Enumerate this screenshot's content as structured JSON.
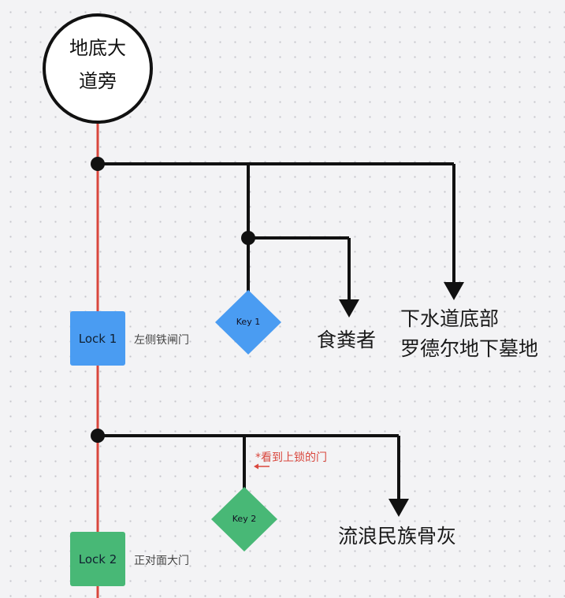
{
  "start_node": {
    "label": "地底大\n道旁"
  },
  "locks": [
    {
      "label": "Lock 1",
      "description": "左侧铁闸门",
      "color": "#4a9cf2"
    },
    {
      "label": "Lock 2",
      "description": "正对面大门",
      "color": "#48b876"
    }
  ],
  "keys": [
    {
      "label": "Key 1",
      "color": "#4a9cf2"
    },
    {
      "label": "Key 2",
      "color": "#48b876"
    }
  ],
  "destinations": {
    "eater": "食粪者",
    "sewer_line1": "下水道底部",
    "sewer_line2": "罗德尔地下墓地",
    "ashes": "流浪民族骨灰"
  },
  "note": "*看到上锁的门",
  "colors": {
    "main_path": "#d9473d",
    "branch": "#111111"
  }
}
